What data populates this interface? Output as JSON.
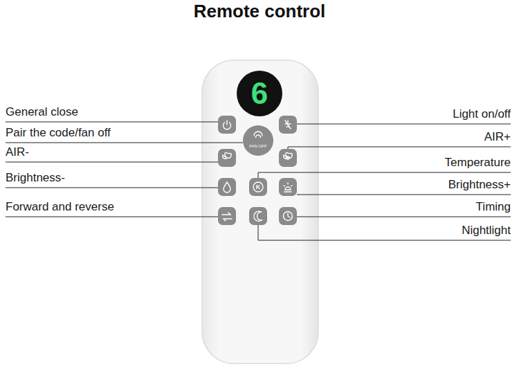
{
  "diagram": {
    "title": "Remote control",
    "labels": [
      "6",
      "General close",
      "Light on/off",
      "Pair the code/fan off",
      "FAN OFF",
      "AIR-",
      "AIR+",
      "Temperature",
      "K",
      "Brightness-",
      "Brightness+",
      "Forward and reverse",
      "Timing",
      "Nightlight"
    ]
  }
}
